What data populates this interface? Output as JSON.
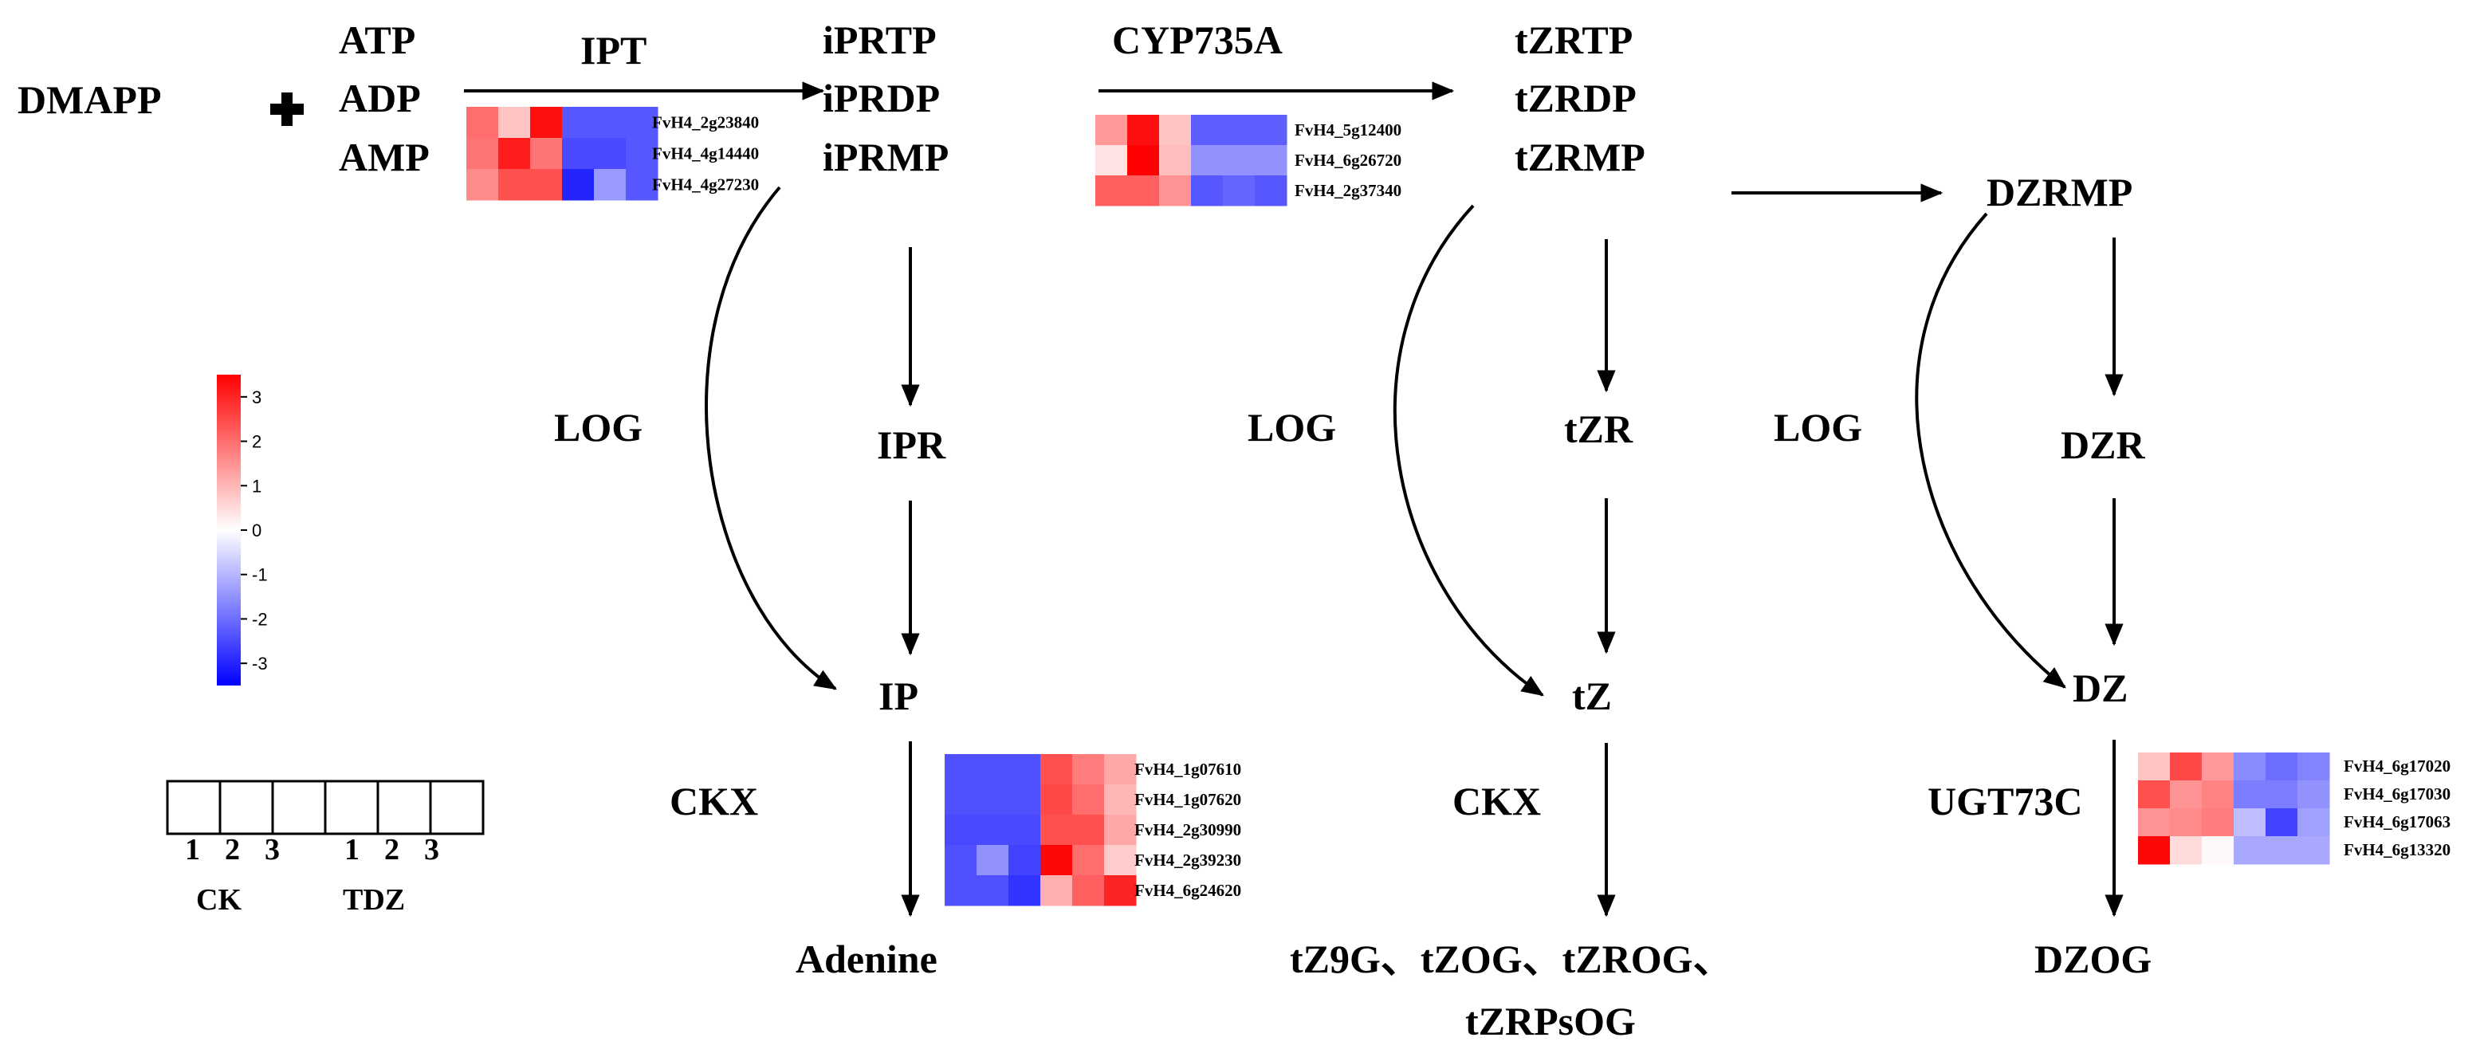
{
  "metabolites": {
    "dmapp": "DMAPP",
    "atp": "ATP",
    "adp": "ADP",
    "amp": "AMP",
    "iprtp": "iPRTP",
    "iprdp": "iPRDP",
    "iprmp": "iPRMP",
    "tzrtp": "tZRTP",
    "tzrdp": "tZRDP",
    "tzrmp": "tZRMP",
    "dzrmp": "DZRMP",
    "ipr": "IPR",
    "tzr": "tZR",
    "dzr": "DZR",
    "ip": "IP",
    "tz": "tZ",
    "dz": "DZ",
    "adenine": "Adenine",
    "tz_products_1": "tZ9G、tZOG、tZROG、",
    "tz_products_2": "tZRPsOG",
    "dzog": "DZOG"
  },
  "enzymes": {
    "ipt": "IPT",
    "cyp735a": "CYP735A",
    "log_1": "LOG",
    "log_2": "LOG",
    "log_3": "LOG",
    "ckx_1": "CKX",
    "ckx_2": "CKX",
    "ugt73c": "UGT73C"
  },
  "colorscale": {
    "ticks": [
      "3",
      "2",
      "1",
      "0",
      "-1",
      "-2",
      "-3"
    ],
    "min": -3.5,
    "max": 3.5,
    "low_color": "#0000ff",
    "mid_color": "#ffffff",
    "high_color": "#ff0000"
  },
  "sample_key": {
    "numbers": [
      "1",
      "2",
      "3",
      "1",
      "2",
      "3"
    ],
    "groups": [
      "CK",
      "TDZ"
    ]
  },
  "heatmaps": {
    "ipt": {
      "genes": [
        "FvH4_2g23840",
        "FvH4_4g14440",
        "FvH4_4g27230"
      ],
      "values": [
        [
          2.0,
          0.8,
          3.3,
          -2.3,
          -2.3,
          -2.3
        ],
        [
          1.9,
          3.1,
          1.9,
          -2.5,
          -2.5,
          -2.3
        ],
        [
          1.6,
          2.4,
          2.4,
          -3.0,
          -1.4,
          -2.3
        ]
      ]
    },
    "cyp735a": {
      "genes": [
        "FvH4_5g12400",
        "FvH4_6g26720",
        "FvH4_2g37340"
      ],
      "values": [
        [
          1.4,
          3.3,
          0.8,
          -2.2,
          -2.2,
          -2.2
        ],
        [
          0.4,
          3.6,
          0.9,
          -1.5,
          -1.5,
          -1.5
        ],
        [
          2.2,
          2.2,
          1.5,
          -2.3,
          -2.1,
          -2.3
        ]
      ]
    },
    "ckx": {
      "genes": [
        "FvH4_1g07610",
        "FvH4_1g07620",
        "FvH4_2g30990",
        "FvH4_2g39230",
        "FvH4_6g24620"
      ],
      "values": [
        [
          -2.4,
          -2.4,
          -2.4,
          2.4,
          1.8,
          1.2
        ],
        [
          -2.4,
          -2.4,
          -2.4,
          2.5,
          2.0,
          1.0
        ],
        [
          -2.5,
          -2.5,
          -2.5,
          2.4,
          2.4,
          1.2
        ],
        [
          -2.4,
          -1.5,
          -2.6,
          3.4,
          2.0,
          0.7
        ],
        [
          -2.4,
          -2.4,
          -2.8,
          1.1,
          2.2,
          3.0
        ]
      ]
    },
    "ugt73c": {
      "genes": [
        "FvH4_6g17020",
        "FvH4_6g17030",
        "FvH4_6g17063",
        "FvH4_6g13320"
      ],
      "values": [
        [
          0.8,
          2.5,
          1.4,
          -1.6,
          -2.0,
          -1.7
        ],
        [
          2.4,
          1.5,
          1.7,
          -1.8,
          -1.8,
          -1.5
        ],
        [
          1.5,
          1.6,
          1.8,
          -0.9,
          -2.6,
          -1.3
        ],
        [
          3.4,
          0.5,
          0.1,
          -1.2,
          -1.2,
          -1.2
        ]
      ]
    }
  }
}
